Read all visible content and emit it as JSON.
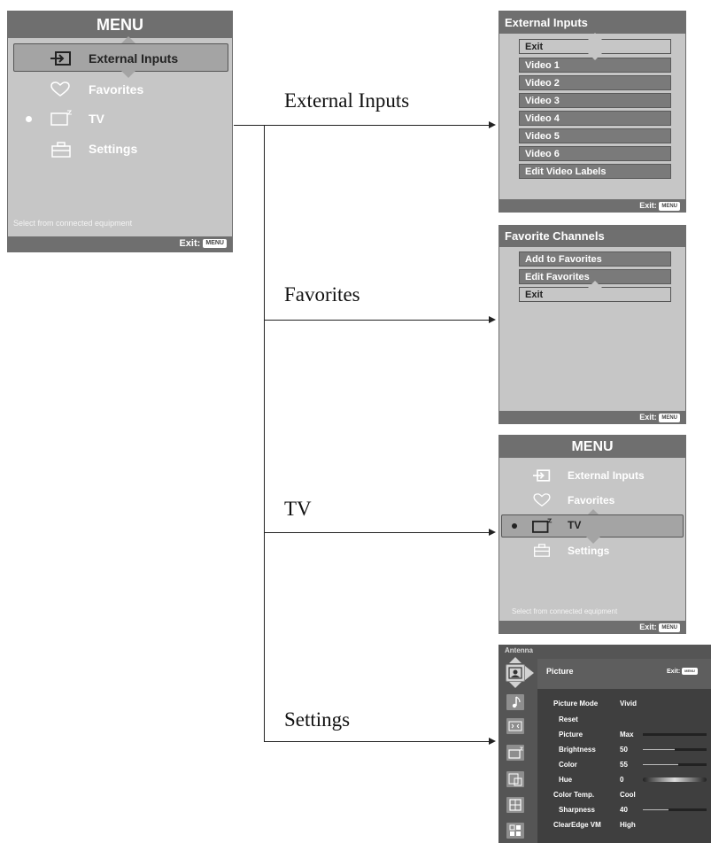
{
  "main_menu": {
    "title": "MENU",
    "items": [
      {
        "label": "External Inputs",
        "icon": "input-icon"
      },
      {
        "label": "Favorites",
        "icon": "heart-icon"
      },
      {
        "label": "TV",
        "icon": "tv-icon"
      },
      {
        "label": "Settings",
        "icon": "toolbox-icon"
      }
    ],
    "hint": "Select from connected equipment",
    "exit_label": "Exit:",
    "menu_key": "MENU"
  },
  "flow": {
    "labels": [
      "External Inputs",
      "Favorites",
      "TV",
      "Settings"
    ]
  },
  "external_inputs": {
    "title": "External Inputs",
    "items": [
      "Exit",
      "Video 1",
      "Video 2",
      "Video 3",
      "Video 4",
      "Video 5",
      "Video 6",
      "Edit Video Labels"
    ],
    "exit_label": "Exit:",
    "menu_key": "MENU"
  },
  "favorites": {
    "title": "Favorite Channels",
    "items": [
      "Add to Favorites",
      "Edit Favorites",
      "Exit"
    ],
    "exit_label": "Exit:",
    "menu_key": "MENU"
  },
  "tv_menu": {
    "title": "MENU",
    "items": [
      {
        "label": "External Inputs",
        "icon": "input-icon"
      },
      {
        "label": "Favorites",
        "icon": "heart-icon"
      },
      {
        "label": "TV",
        "icon": "tv-icon"
      },
      {
        "label": "Settings",
        "icon": "toolbox-icon"
      }
    ],
    "hint": "Select from connected equipment",
    "exit_label": "Exit:",
    "menu_key": "MENU"
  },
  "settings": {
    "source": "Antenna",
    "section": "Picture",
    "exit_label": "Exit:",
    "menu_key": "MENU",
    "rows": [
      {
        "label": "Picture Mode",
        "value": "Vivid"
      },
      {
        "label": "Reset",
        "value": ""
      },
      {
        "label": "Picture",
        "value": "Max",
        "level": 1.0
      },
      {
        "label": "Brightness",
        "value": "50",
        "level": 0.5
      },
      {
        "label": "Color",
        "value": "55",
        "level": 0.55
      },
      {
        "label": "Hue",
        "value": "0",
        "level": 0.5
      },
      {
        "label": "Color Temp.",
        "value": "Cool"
      },
      {
        "label": "Sharpness",
        "value": "40",
        "level": 0.4
      },
      {
        "label": "ClearEdge VM",
        "value": "High"
      }
    ]
  }
}
